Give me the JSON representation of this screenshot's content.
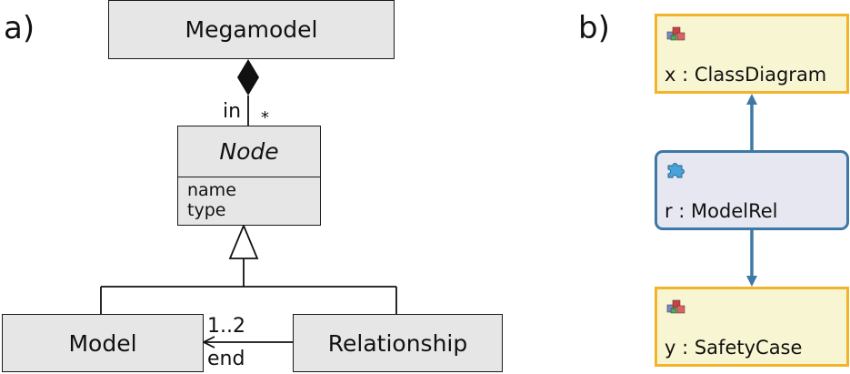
{
  "panel_a": {
    "label": "a)",
    "megamodel": "Megamodel",
    "node": {
      "title": "Node",
      "attributes": [
        "name",
        "type"
      ]
    },
    "composition_role": "in",
    "composition_multiplicity": "*",
    "model": "Model",
    "relationship": "Relationship",
    "association_multiplicity": "1..2",
    "association_role": "end"
  },
  "panel_b": {
    "label": "b)",
    "top_instance": {
      "text": "x : ClassDiagram",
      "icon": "model-icon"
    },
    "relation_instance": {
      "text": "r : ModelRel",
      "icon": "puzzle-icon"
    },
    "bottom_instance": {
      "text": "y : SafetyCase",
      "icon": "model-icon"
    },
    "colors": {
      "model_fill": "#f8f6d2",
      "model_border": "#f1b42a",
      "relation_fill": "#e6e7f0",
      "relation_border": "#3d78a6"
    }
  }
}
